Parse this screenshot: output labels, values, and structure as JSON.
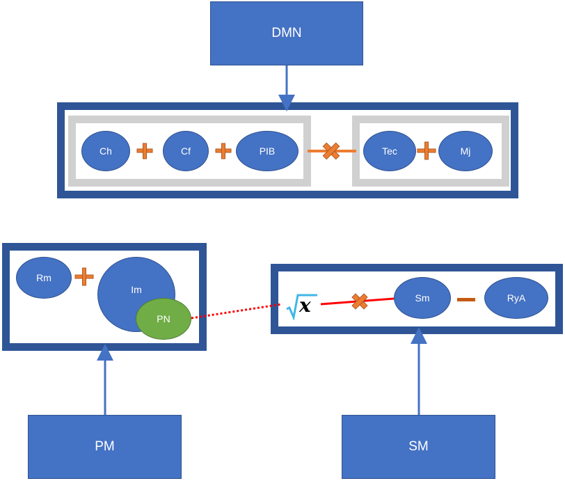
{
  "diagram": {
    "top_box": {
      "label": "DMN"
    },
    "top_group": {
      "left_items": [
        "Ch",
        "Cf",
        "PIB"
      ],
      "right_items": [
        "Tec",
        "Mj"
      ],
      "operators": {
        "plus": "+",
        "times": "×"
      }
    },
    "left_group": {
      "items": [
        "Rm",
        "Im",
        "PN"
      ]
    },
    "right_group": {
      "symbol": "x",
      "items": [
        "Sm",
        "RyA"
      ],
      "operators": {
        "times": "×",
        "minus": "−"
      }
    },
    "bottom_left_box": {
      "label": "PM"
    },
    "bottom_right_box": {
      "label": "SM"
    },
    "colors": {
      "node_fill": "#4472c4",
      "frame": "#2f5597",
      "gray_frame": "#d0d0d0",
      "operator": "#ed7d31",
      "pn_fill": "#70ad47",
      "link_red": "#ff0000",
      "sqrt_blue": "#41b6e6"
    }
  }
}
